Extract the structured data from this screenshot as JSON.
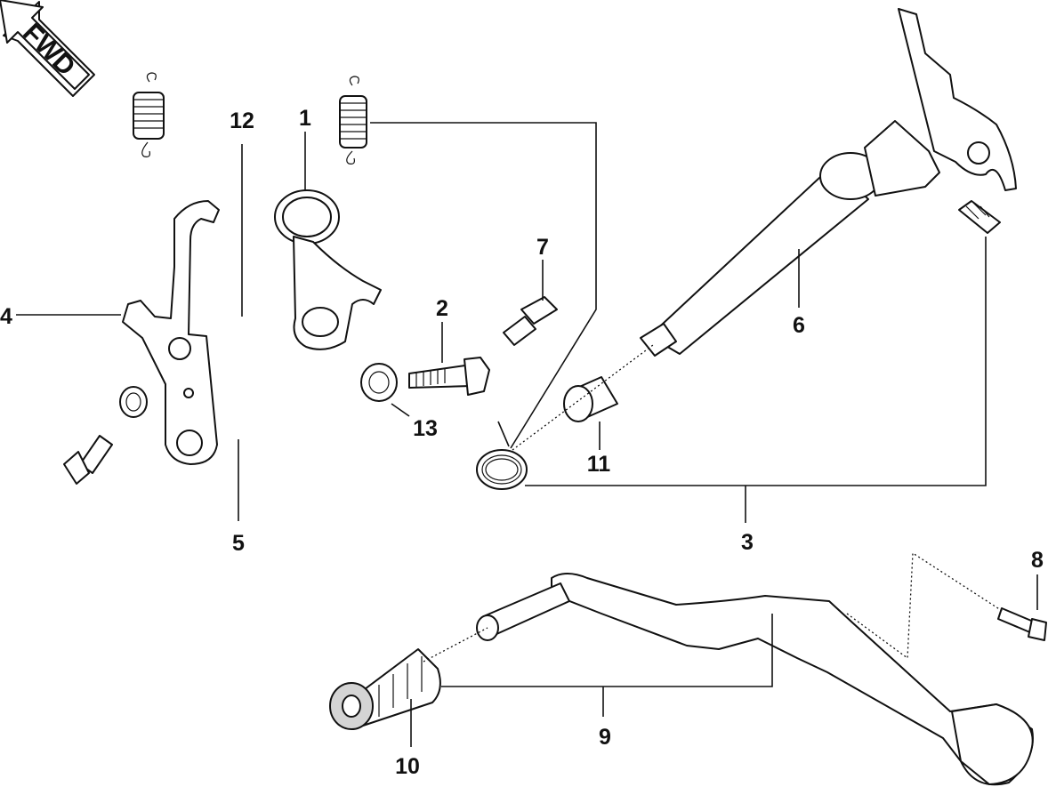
{
  "direction_badge": {
    "text": "FWD"
  },
  "callouts": [
    {
      "id": "c1",
      "label": "1"
    },
    {
      "id": "c2",
      "label": "2"
    },
    {
      "id": "c3",
      "label": "3"
    },
    {
      "id": "c4",
      "label": "4"
    },
    {
      "id": "c5",
      "label": "5"
    },
    {
      "id": "c6",
      "label": "6"
    },
    {
      "id": "c7",
      "label": "7"
    },
    {
      "id": "c8",
      "label": "8"
    },
    {
      "id": "c9",
      "label": "9"
    },
    {
      "id": "c10",
      "label": "10"
    },
    {
      "id": "c11",
      "label": "11"
    },
    {
      "id": "c12",
      "label": "12"
    },
    {
      "id": "c13",
      "label": "13"
    }
  ]
}
